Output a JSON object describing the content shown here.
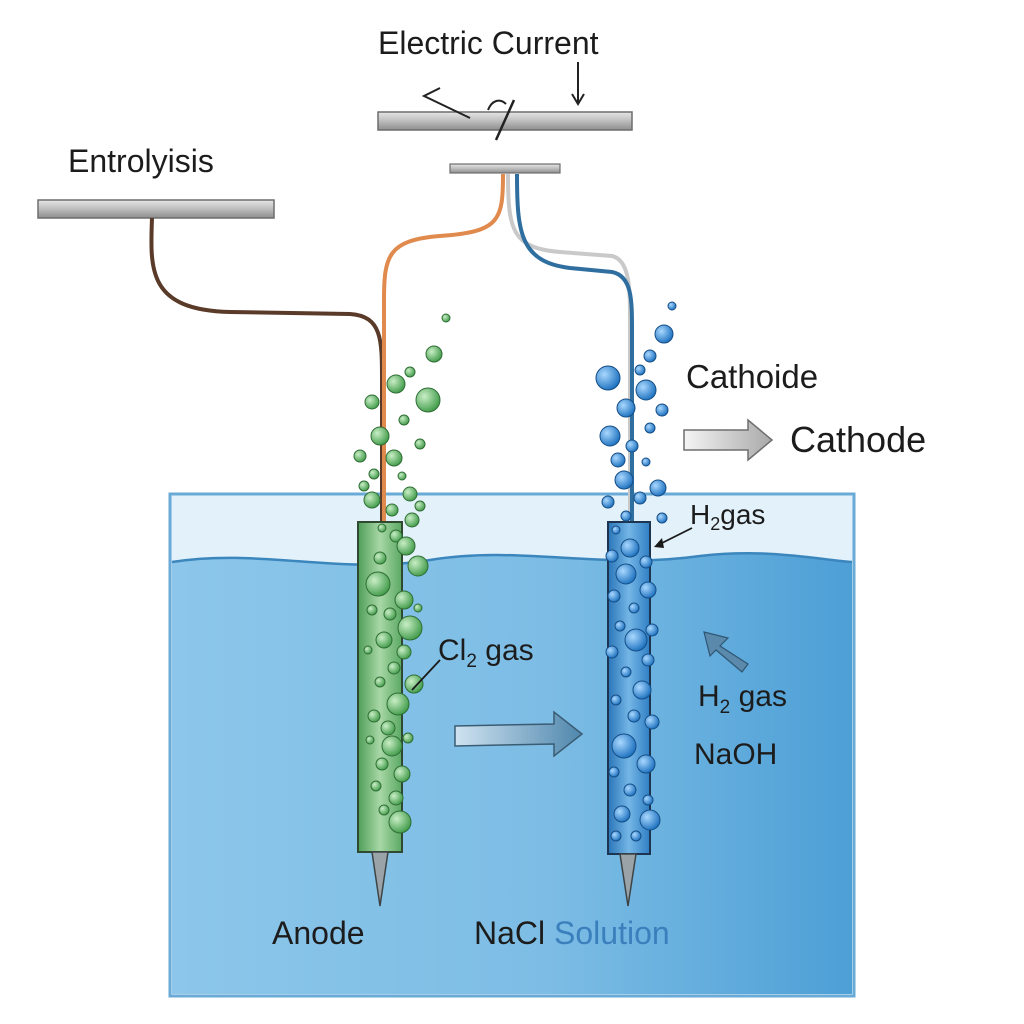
{
  "labels": {
    "electric_current": "Electric Current",
    "entrolyisis": "Entrolyisis",
    "cathoide": "Cathoide",
    "cathode": "Cathode",
    "h2_gas_top_prefix": "H",
    "h2_gas_top_sub": "2",
    "h2_gas_top_suffix": "gas",
    "cl2_gas_prefix": "Cl",
    "cl2_gas_sub": "2",
    "cl2_gas_suffix": " gas",
    "h2_gas_side_prefix": "H",
    "h2_gas_side_sub": "2",
    "h2_gas_side_suffix": " gas",
    "naoh": "NaOH",
    "anode": "Anode",
    "nacl_part1": "NaCl ",
    "nacl_part2": "Solution"
  },
  "colors": {
    "water_light": "#d7ebf7",
    "water_mid": "#7ebde3",
    "water_deep": "#4a9fd4",
    "tank_border": "#6aaad6",
    "anode_green": "#79bf7f",
    "cathode_blue": "#3f8fd0",
    "bubble_green": "#5cb862",
    "bubble_blue": "#2f86d0",
    "wire_brown": "#5a3a28",
    "wire_orange": "#e08a4e",
    "wire_blue": "#2f6fa0",
    "wire_grey": "#c9c9c9",
    "bar_grey": "#b4b4b4"
  }
}
